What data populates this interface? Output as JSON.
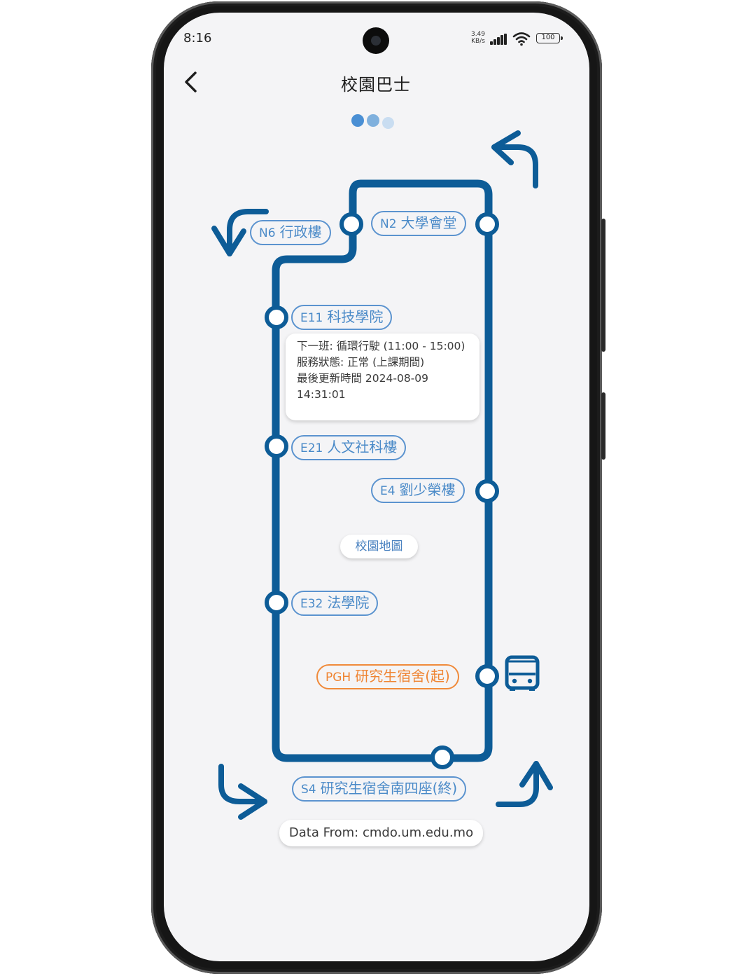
{
  "status_bar": {
    "time": "8:16",
    "net_speed_value": "3.49",
    "net_speed_unit": "KB/s",
    "battery": "100"
  },
  "header": {
    "title": "校園巴士",
    "back_icon": "chevron-left-icon"
  },
  "pager": {
    "count": 3,
    "colors": [
      "#4a8fd4",
      "#7fb0dd",
      "#c9ddf1"
    ]
  },
  "route": {
    "line_color": "#0d5c97",
    "label_color": "#4a8ac8",
    "start_color": "#ef8432",
    "stations": [
      {
        "code": "N6",
        "name": "行政樓"
      },
      {
        "code": "N2",
        "name": "大學會堂"
      },
      {
        "code": "E11",
        "name": "科技學院"
      },
      {
        "code": "E21",
        "name": "人文社科樓"
      },
      {
        "code": "E4",
        "name": "劉少榮樓"
      },
      {
        "code": "E32",
        "name": "法學院"
      },
      {
        "code": "PGH",
        "name": "研究生宿舍(起)"
      },
      {
        "code": "S4",
        "name": "研究生宿舍南四座(終)"
      }
    ],
    "bus_icon": "bus-icon",
    "direction_icons": [
      "arrow-turn-icon",
      "arrow-turn-icon",
      "arrow-turn-icon",
      "arrow-turn-icon"
    ]
  },
  "info_card": {
    "line1": "下一班:  循環行駛 (11:00 - 15:00)",
    "line2": "服務狀態:  正常 (上課期間)",
    "line3": "最後更新時間 2024-08-09 14:31:01"
  },
  "buttons": {
    "campus_map": "校園地圖",
    "data_source": "Data From: cmdo.um.edu.mo"
  }
}
